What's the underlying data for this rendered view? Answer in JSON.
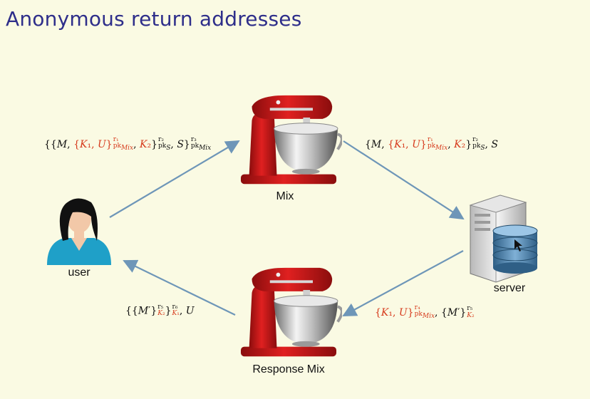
{
  "slide": {
    "title": "Anonymous return addresses"
  },
  "nodes": {
    "mix": {
      "label": "Mix"
    },
    "response_mix": {
      "label": "Response Mix"
    },
    "user": {
      "label": "user"
    },
    "server": {
      "label": "server"
    }
  },
  "messages": {
    "user_to_mix": "{{M, {K1, U}^r1_pkMix, K2}^r2_pkS, S}^r3_pkMix",
    "mix_to_server": "{M, {K1, U}^r1_pkMix, K2}^r2_pkS, S",
    "server_to_response_mix": "{K1, U}^r4_pkMix, {M'}^r5_K2",
    "response_mix_to_user": "{{M'}^r5_K2}^r6_K1, U"
  },
  "colors": {
    "title": "#2e2e8a",
    "highlight": "#d63a1c",
    "arrow": "#6e96b8",
    "background": "#fafae3"
  },
  "icons": [
    "stand-mixer-icon",
    "user-avatar-icon",
    "server-database-icon"
  ]
}
